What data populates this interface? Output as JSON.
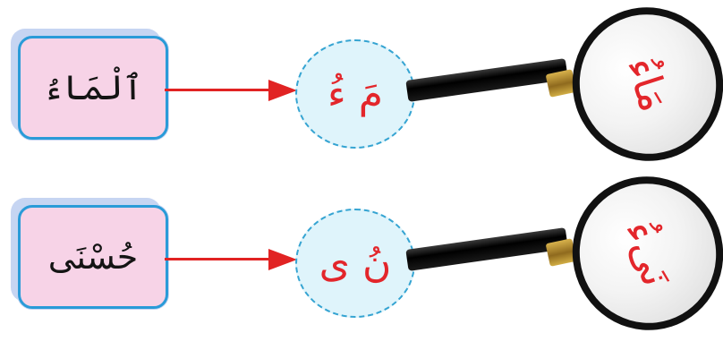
{
  "rows": [
    {
      "word": "ٱلْمَاءُ",
      "circle_letters": "مَ ءُ",
      "lens_letters": "مَاءُ"
    },
    {
      "word": "حُسْنَى",
      "circle_letters": "نُ ى",
      "lens_letters": "نَىءُ"
    }
  ],
  "colors": {
    "card_fill": "#f7d3e7",
    "card_border": "#2a9bd8",
    "arrow": "#e12323",
    "circle_fill": "#dff4fb",
    "circle_border": "#35a4d2",
    "letters": "#e3262b"
  }
}
